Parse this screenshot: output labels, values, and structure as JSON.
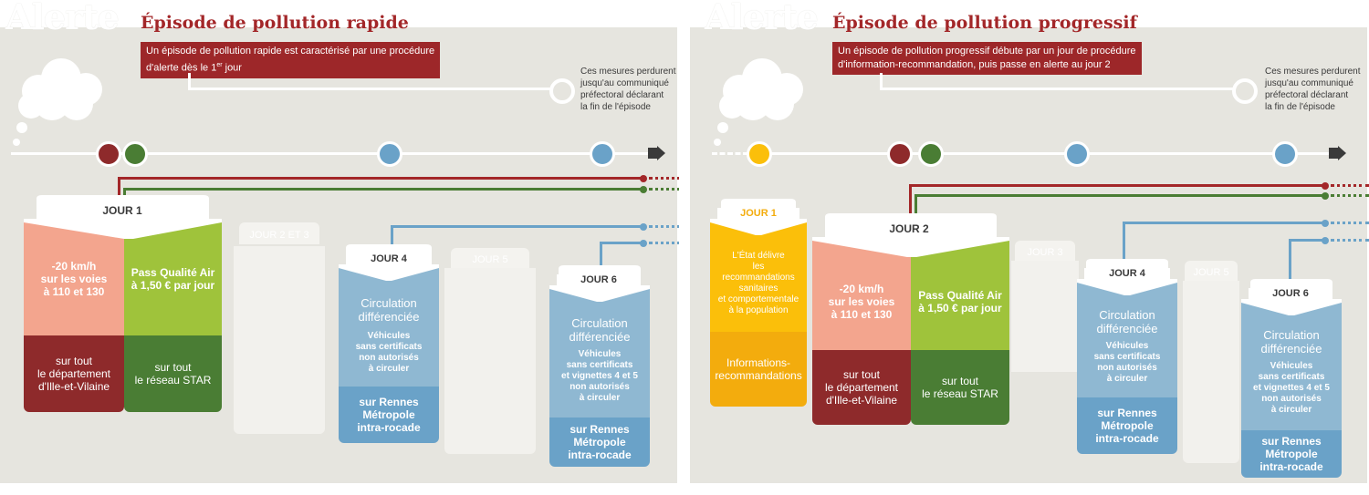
{
  "left": {
    "alert_word": "Alerte",
    "title": "Épisode de pollution rapide",
    "description_line1": "Un épisode de pollution rapide est caractérisé par une procédure",
    "description_line2_pre": "d'alerte dès le 1",
    "description_sup": "er",
    "description_line2_post": " jour",
    "end_note": [
      "Ces mesures perdurent",
      "jusqu'au communiqué",
      "préfectoral déclarant",
      "la fin de l'épisode"
    ],
    "day1_tab": "JOUR 1",
    "day23_tab": "JOUR 2 ET 3",
    "day4_tab": "JOUR 4",
    "day5_tab": "JOUR 5",
    "day6_tab": "JOUR 6",
    "speed": {
      "top": [
        "-20 km/h",
        "sur les voies",
        "à 110 et 130"
      ],
      "bottom": [
        "sur tout",
        "le département",
        "d'Ille-et-Vilaine"
      ]
    },
    "pass": {
      "top": [
        "Pass Qualité Air",
        "à 1,50 € par jour"
      ],
      "bottom": [
        "sur tout",
        "le réseau STAR"
      ]
    },
    "circ4": {
      "title": [
        "Circulation",
        "différenciée"
      ],
      "detail": [
        "Véhicules",
        "sans certificats",
        "non autorisés",
        "à circuler"
      ],
      "bottom": [
        "sur Rennes",
        "Métropole",
        "intra-rocade"
      ]
    },
    "circ6": {
      "title": [
        "Circulation",
        "différenciée"
      ],
      "detail": [
        "Véhicules",
        "sans certificats",
        "et vignettes 4 et 5",
        "non autorisés",
        "à circuler"
      ],
      "bottom": [
        "sur Rennes",
        "Métropole",
        "intra-rocade"
      ]
    }
  },
  "right": {
    "alert_word": "Alerte",
    "title": "Épisode de pollution progressif",
    "description_line1": "Un épisode de pollution progressif débute par un jour de procédure",
    "description_line2": "d'information-recommandation, puis passe en alerte au jour 2",
    "end_note": [
      "Ces mesures perdurent",
      "jusqu'au communiqué",
      "préfectoral déclarant",
      "la fin de l'épisode"
    ],
    "day1_tab": "JOUR 1",
    "day2_tab": "JOUR 2",
    "day3_tab": "JOUR 3",
    "day4_tab": "JOUR 4",
    "day5_tab": "JOUR 5",
    "day6_tab": "JOUR 6",
    "info": {
      "top": [
        "L'État délivre",
        "les recommandations",
        "sanitaires",
        "et comportementale",
        "à la population"
      ],
      "bottom": [
        "Informations-",
        "recommandations"
      ]
    },
    "speed": {
      "top": [
        "-20 km/h",
        "sur les voies",
        "à 110 et 130"
      ],
      "bottom": [
        "sur tout",
        "le département",
        "d'Ille-et-Vilaine"
      ]
    },
    "pass": {
      "top": [
        "Pass Qualité Air",
        "à 1,50 € par jour"
      ],
      "bottom": [
        "sur tout",
        "le réseau STAR"
      ]
    },
    "circ4": {
      "title": [
        "Circulation",
        "différenciée"
      ],
      "detail": [
        "Véhicules",
        "sans certificats",
        "non autorisés",
        "à circuler"
      ],
      "bottom": [
        "sur Rennes",
        "Métropole",
        "intra-rocade"
      ]
    },
    "circ6": {
      "title": [
        "Circulation",
        "différenciée"
      ],
      "detail": [
        "Véhicules",
        "sans certificats",
        "et vignettes 4 et 5",
        "non autorisés",
        "à circuler"
      ],
      "bottom": [
        "sur Rennes",
        "Métropole",
        "intra-rocade"
      ]
    }
  },
  "colors": {
    "dark_red": "#8e2a2b",
    "salmon": "#f3a58e",
    "lime": "#9fc33b",
    "dark_green": "#4a7d34",
    "blue_light": "#8fb8d2",
    "blue_mid": "#6aa2c8",
    "yellow": "#fbbf0a",
    "yellow_dark": "#f3ac0d"
  }
}
